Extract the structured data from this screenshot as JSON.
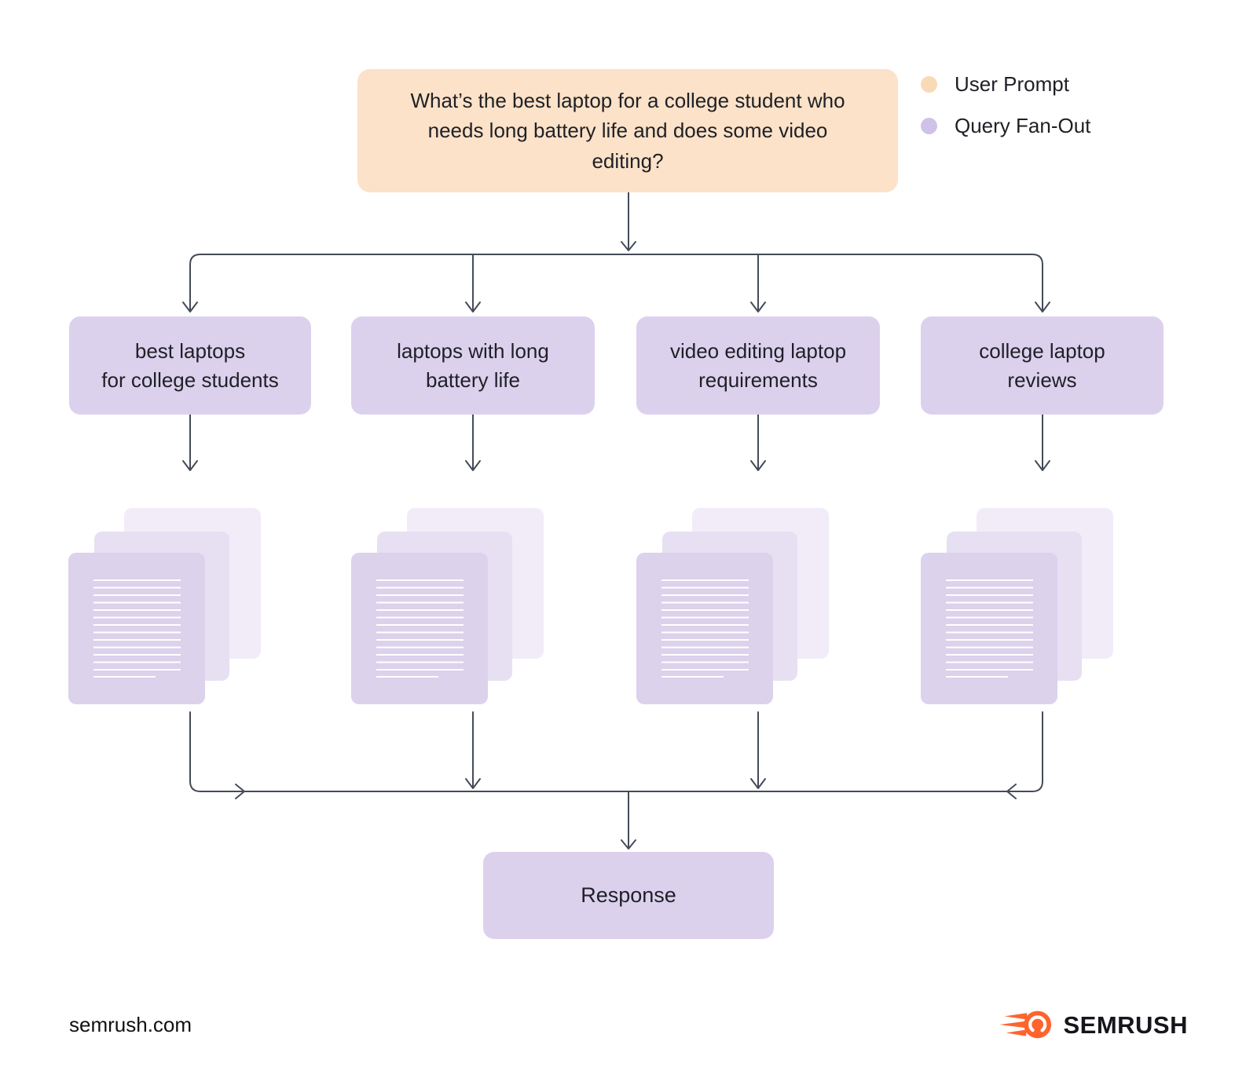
{
  "prompt": {
    "text": "What’s the best laptop for a college student who needs long battery life and does some video editing?"
  },
  "legend": {
    "user_prompt_label": "User Prompt",
    "query_fanout_label": "Query Fan-Out"
  },
  "queries": [
    {
      "line1": "best laptops",
      "line2": "for college students"
    },
    {
      "line1": "laptops with long",
      "line2": "battery life"
    },
    {
      "line1": "video editing laptop",
      "line2": "requirements"
    },
    {
      "line1": "college laptop",
      "line2": "reviews"
    }
  ],
  "response_label": "Response",
  "footer": {
    "site": "semrush.com",
    "brand": "SEMRUSH"
  },
  "colors": {
    "user_prompt_fill": "#fbe2c8",
    "query_fanout_fill": "#dcd1ed",
    "connector": "#454b57",
    "brand_orange": "#ff642d"
  }
}
